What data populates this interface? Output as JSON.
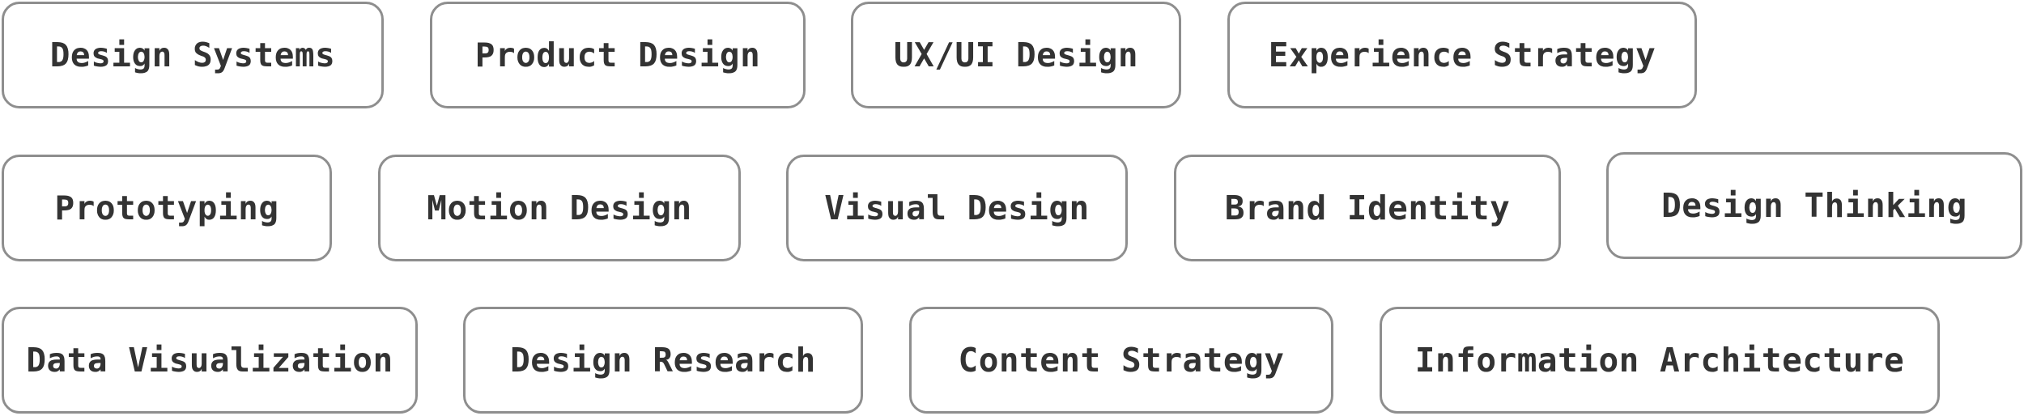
{
  "tags": [
    "Design Systems",
    "Product Design",
    "UX/UI Design",
    "Experience Strategy",
    "Prototyping",
    "Motion Design",
    "Visual Design",
    "Brand Identity",
    "Design Thinking",
    "Data Visualization",
    "Design Research",
    "Content Strategy",
    "Information Architecture"
  ],
  "colors": {
    "border": "#8e8e8e",
    "text": "#333333",
    "background": "#ffffff"
  }
}
